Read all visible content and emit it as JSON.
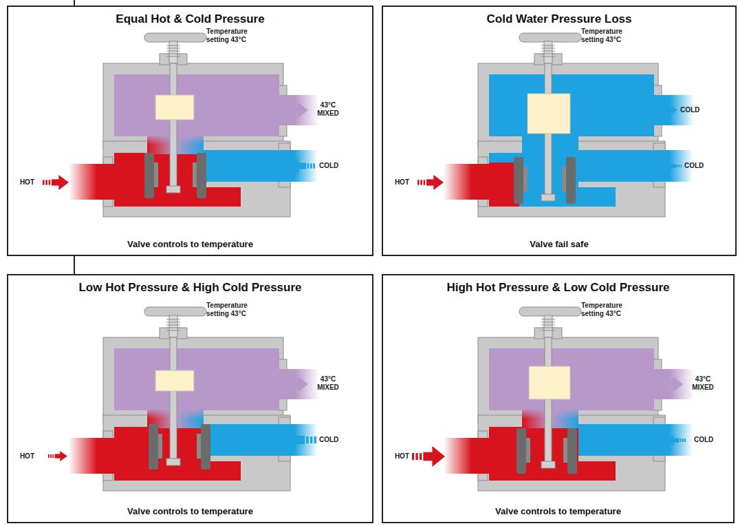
{
  "diagram": {
    "nodes": [
      {
        "text": [
          "Equal Hot & Cold Pressure",
          "Valve controls to temperature"
        ]
      },
      {
        "text": [
          "Cold Water Pressure Loss",
          "Valve fail safe"
        ]
      },
      {
        "text": [
          "Low Hot Pressure & High Cold Pressure",
          "Valve controls to temperature"
        ]
      },
      {
        "text": [
          "High Hot Pressure & Low Cold Pressure",
          "Valve controls to temperature"
        ]
      }
    ],
    "labels": [
      "Temperature setting 43°C",
      "43°C MIXED",
      "HOT",
      "COLD",
      "Temperature setting 43°C",
      "COLD",
      "HOT",
      "COLD",
      "Temperature setting 43°C",
      "43°C MIXED",
      "HOT",
      "COLD",
      "Temperature setting 43°C",
      "43°C MIXED",
      "HOT",
      "COLD"
    ]
  }
}
